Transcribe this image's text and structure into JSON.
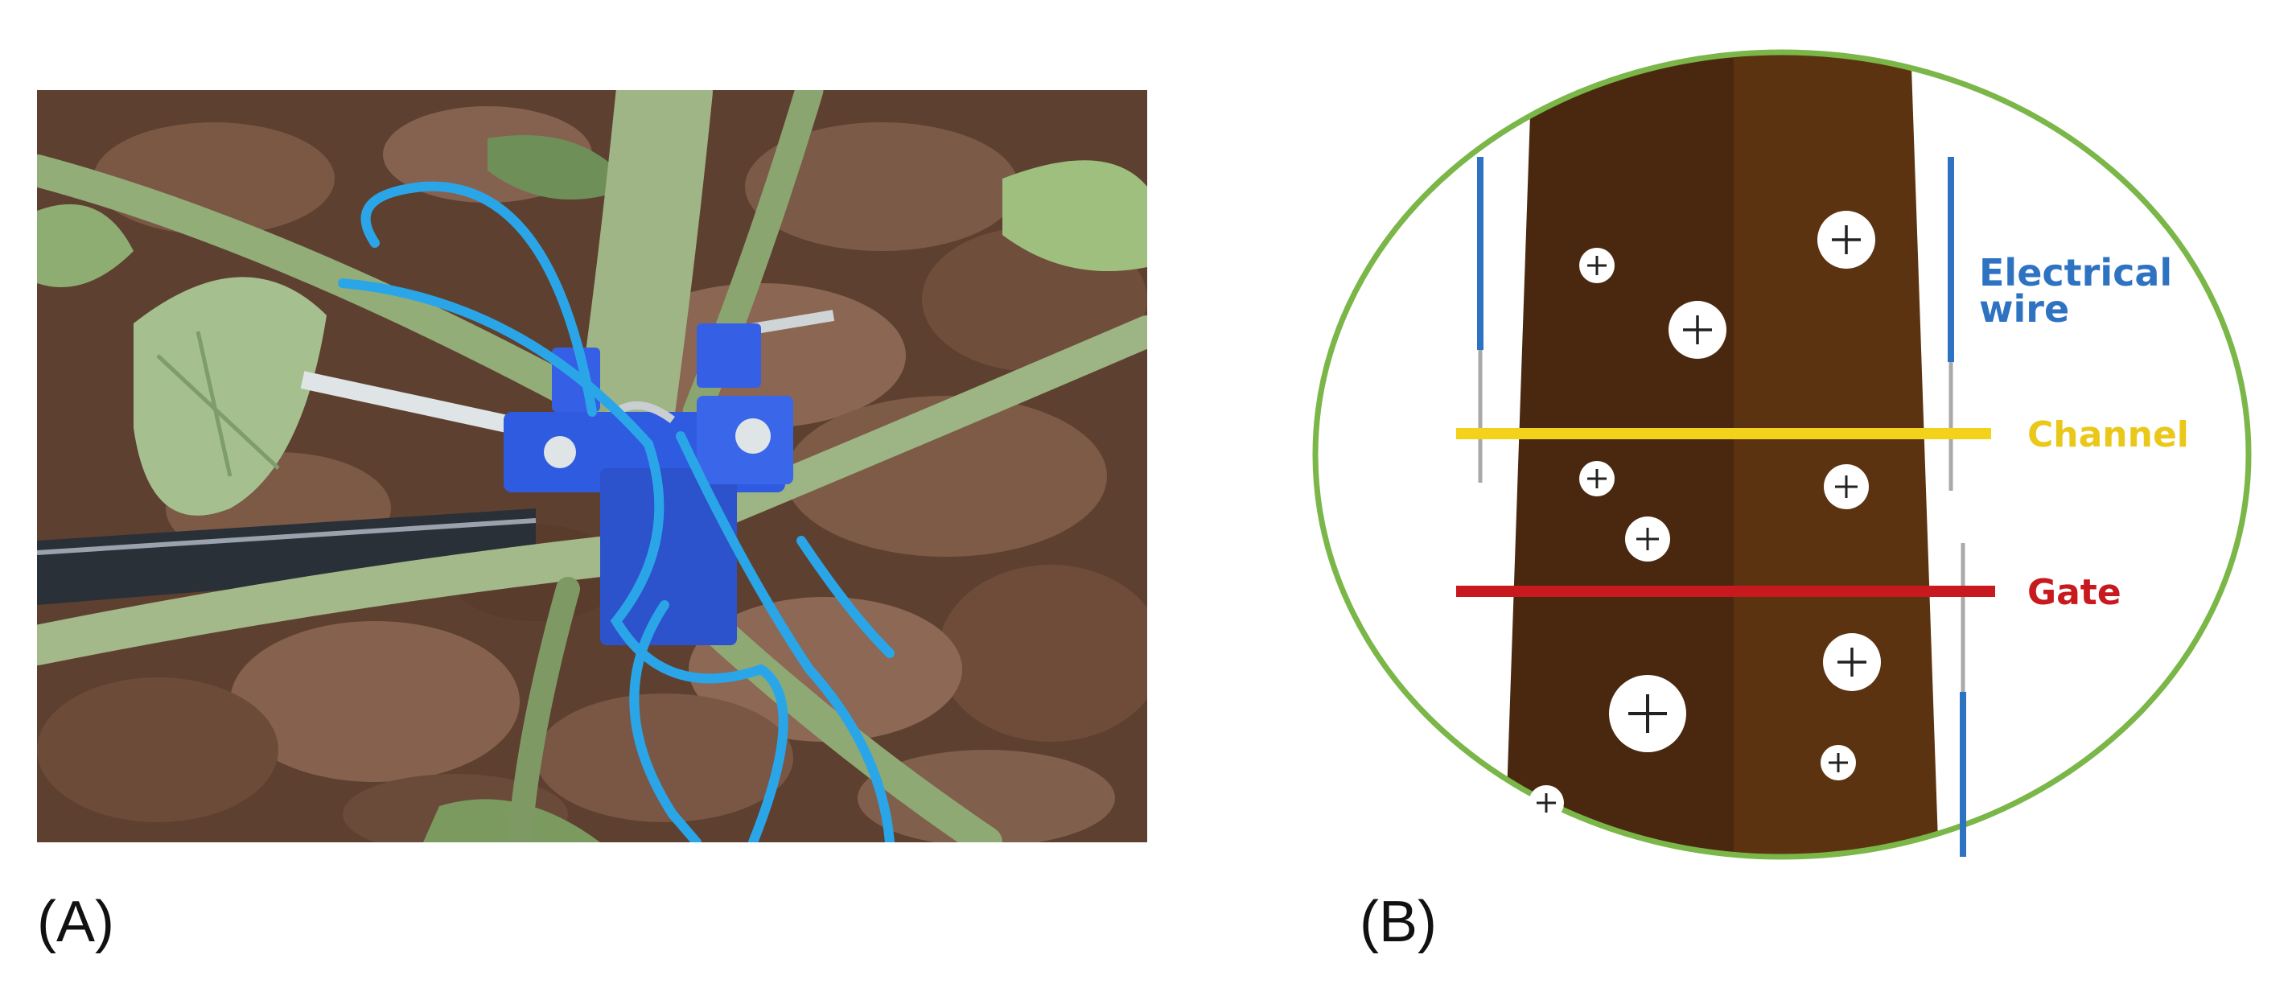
{
  "panels": {
    "a": {
      "label": "(A)"
    },
    "b": {
      "label": "(B)",
      "legend": {
        "wire_line1": "Electrical",
        "wire_line2": "wire",
        "channel": "Channel",
        "gate": "Gate"
      },
      "ion_symbol": "+"
    }
  },
  "colors": {
    "soil": "#6b4a36",
    "stem": "#8fae72",
    "clip": "#2f5be0",
    "wire_cable": "#2aa6e8",
    "stem_dark": "#4a2810",
    "stem_light": "#5c3310",
    "circle_border": "#7ab648",
    "electrical_wire": "#2e73c2",
    "channel": "#f2d21b",
    "gate": "#c8191e"
  }
}
